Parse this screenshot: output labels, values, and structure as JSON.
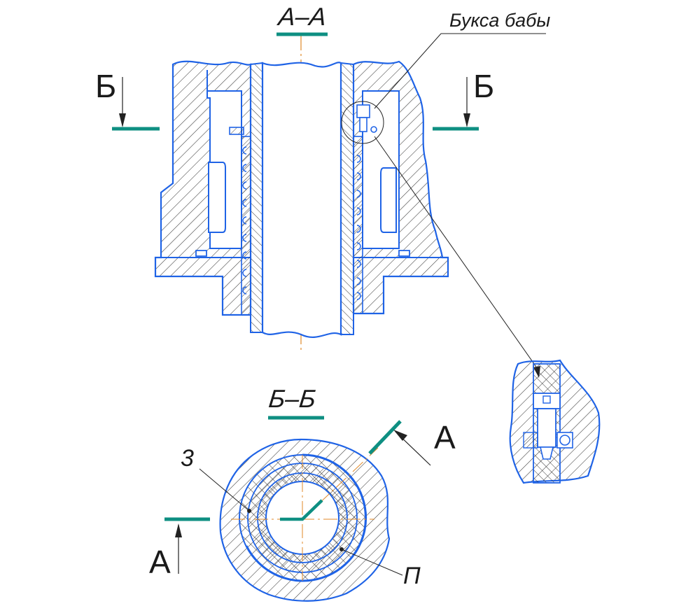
{
  "sections": {
    "a_a": {
      "title": "А–А"
    },
    "b_b": {
      "title": "Б–Б"
    }
  },
  "cut_letters": {
    "b_left": "Б",
    "b_right": "Б",
    "a_top": "А",
    "a_bottom": "А"
  },
  "callouts": {
    "detail": "Букса бабы",
    "item_3": "3",
    "item_p": "П"
  },
  "colors": {
    "outline": "#1f63e6",
    "hatch": "#3a3a3a",
    "cut_line": "#0e8f82",
    "axis": "#e08a2a",
    "leader": "#222222"
  }
}
